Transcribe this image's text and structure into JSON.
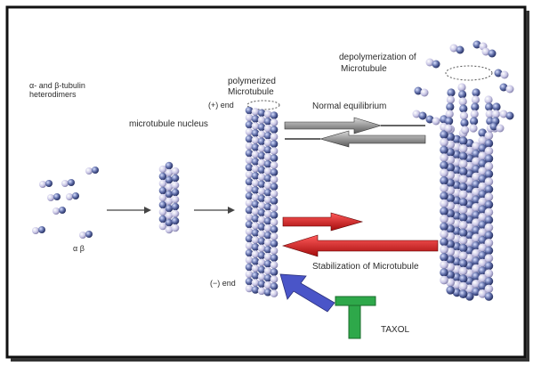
{
  "labels": {
    "heterodimers_line1": "α- and β-tubulin",
    "heterodimers_line2": "heterodimers",
    "alpha_beta": "α  β",
    "nucleus": "microtubule nucleus",
    "polymerized_line1": "polymerized",
    "polymerized_line2": "Microtubule",
    "plus_end": "(+) end",
    "minus_end": "(−) end",
    "depoly_line1": "depolymerization of",
    "depoly_line2": "Microtubule",
    "normal_equilibrium": "Normal equilibrium",
    "stabilization": "Stabilization of Microtubule",
    "taxol": "TAXOL"
  },
  "colors": {
    "alpha_tubulin": "#c9c6e6",
    "beta_tubulin": "#5d6ba6",
    "equilibrium_arrow": "#808080",
    "stabilization_arrow": "#d81f1f",
    "taxol_block": "#2ea84a",
    "taxol_arrow": "#4a55c8"
  }
}
